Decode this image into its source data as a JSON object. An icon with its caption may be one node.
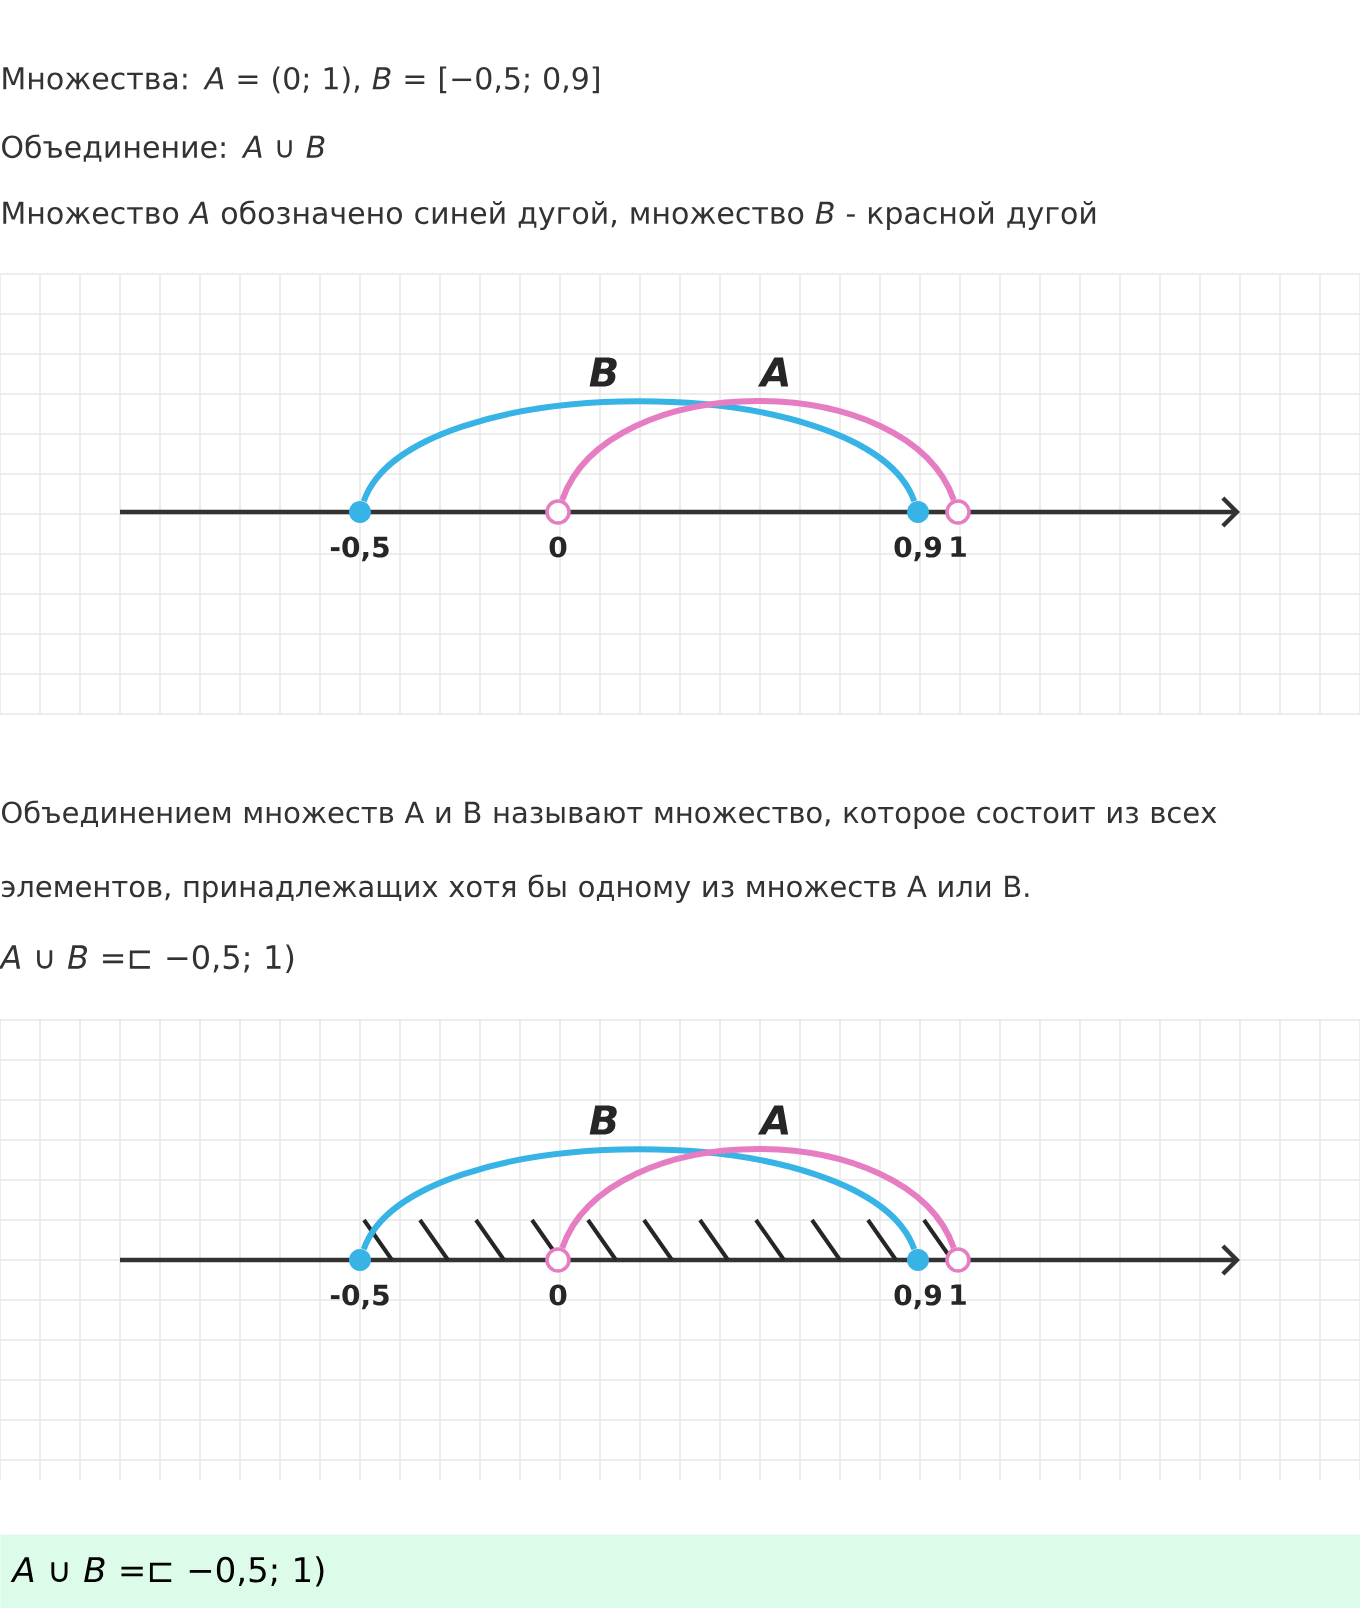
{
  "diagram": {
    "nodes": [
      {
        "text": [],
        "shape": "dot",
        "beside": [
          "-0,5"
        ]
      },
      {
        "text": [],
        "shape": "circle",
        "beside": [
          "0"
        ]
      },
      {
        "text": [],
        "shape": "dot",
        "beside": [
          "0,9"
        ]
      },
      {
        "text": [],
        "shape": "circle",
        "beside": [
          "1"
        ]
      },
      {
        "text": [],
        "shape": "dot",
        "beside": [
          "-0,5"
        ]
      },
      {
        "text": [],
        "shape": "circle",
        "beside": [
          "0"
        ]
      },
      {
        "text": [],
        "shape": "dot",
        "beside": [
          "0,9"
        ]
      },
      {
        "text": [],
        "shape": "circle",
        "beside": [
          "1"
        ]
      },
      {
        "text": [
          "*A* ∪ *B* =⊏ −0,5; 1)"
        ]
      }
    ],
    "edges": [
      {
        "from": 0,
        "to": 2,
        "arrow": "none",
        "label": "B",
        "color": "#38b3e6"
      },
      {
        "from": 1,
        "to": 3,
        "arrow": "none",
        "label": "A",
        "color": "#e67cc2"
      },
      {
        "from": 4,
        "to": 6,
        "arrow": "none",
        "label": "B",
        "color": "#38b3e6"
      },
      {
        "from": 5,
        "to": 7,
        "arrow": "none",
        "label": "A",
        "color": "#e67cc2"
      }
    ],
    "labels": [
      "Множества: *A* = (0; 1),  *B* = [−0,5; 0,9]",
      "Объединение: *A* ∪ *B*",
      "Множество *A* обозначено синей дугой, множество *B* - красной дугой",
      "Объединением множеств А и В называют множество, которое состоит из всех элементов, принадлежащих хотя бы одному из множеств А или В.",
      "*A* ∪ *B* =⊏ −0,5; 1)"
    ]
  }
}
